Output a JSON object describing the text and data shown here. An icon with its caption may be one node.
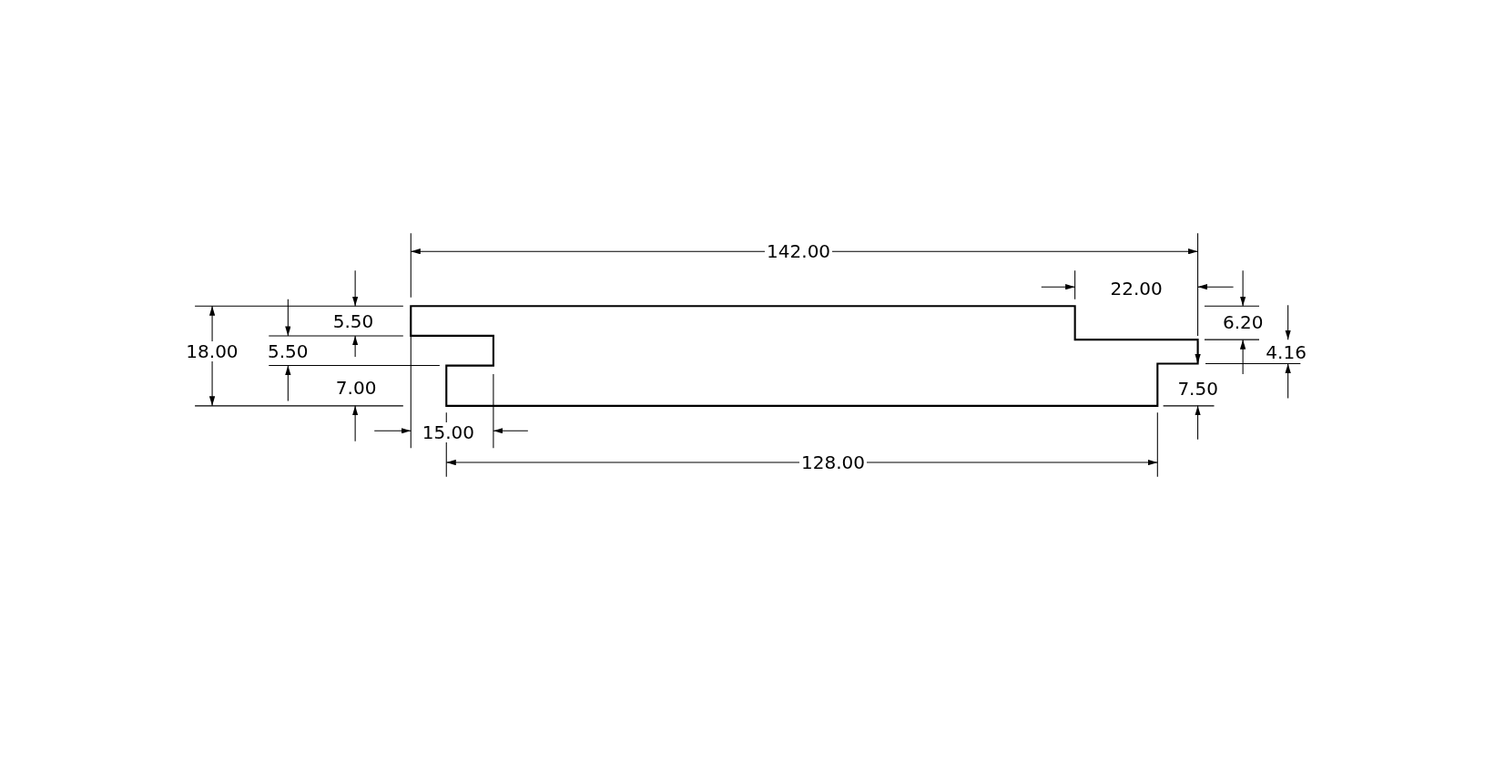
{
  "diagram": {
    "labels": [
      "142.00",
      "22.00",
      "5.50",
      "6.20",
      "18.00",
      "5.50",
      "4.16",
      "7.00",
      "7.50",
      "15.00",
      "128.00"
    ]
  }
}
